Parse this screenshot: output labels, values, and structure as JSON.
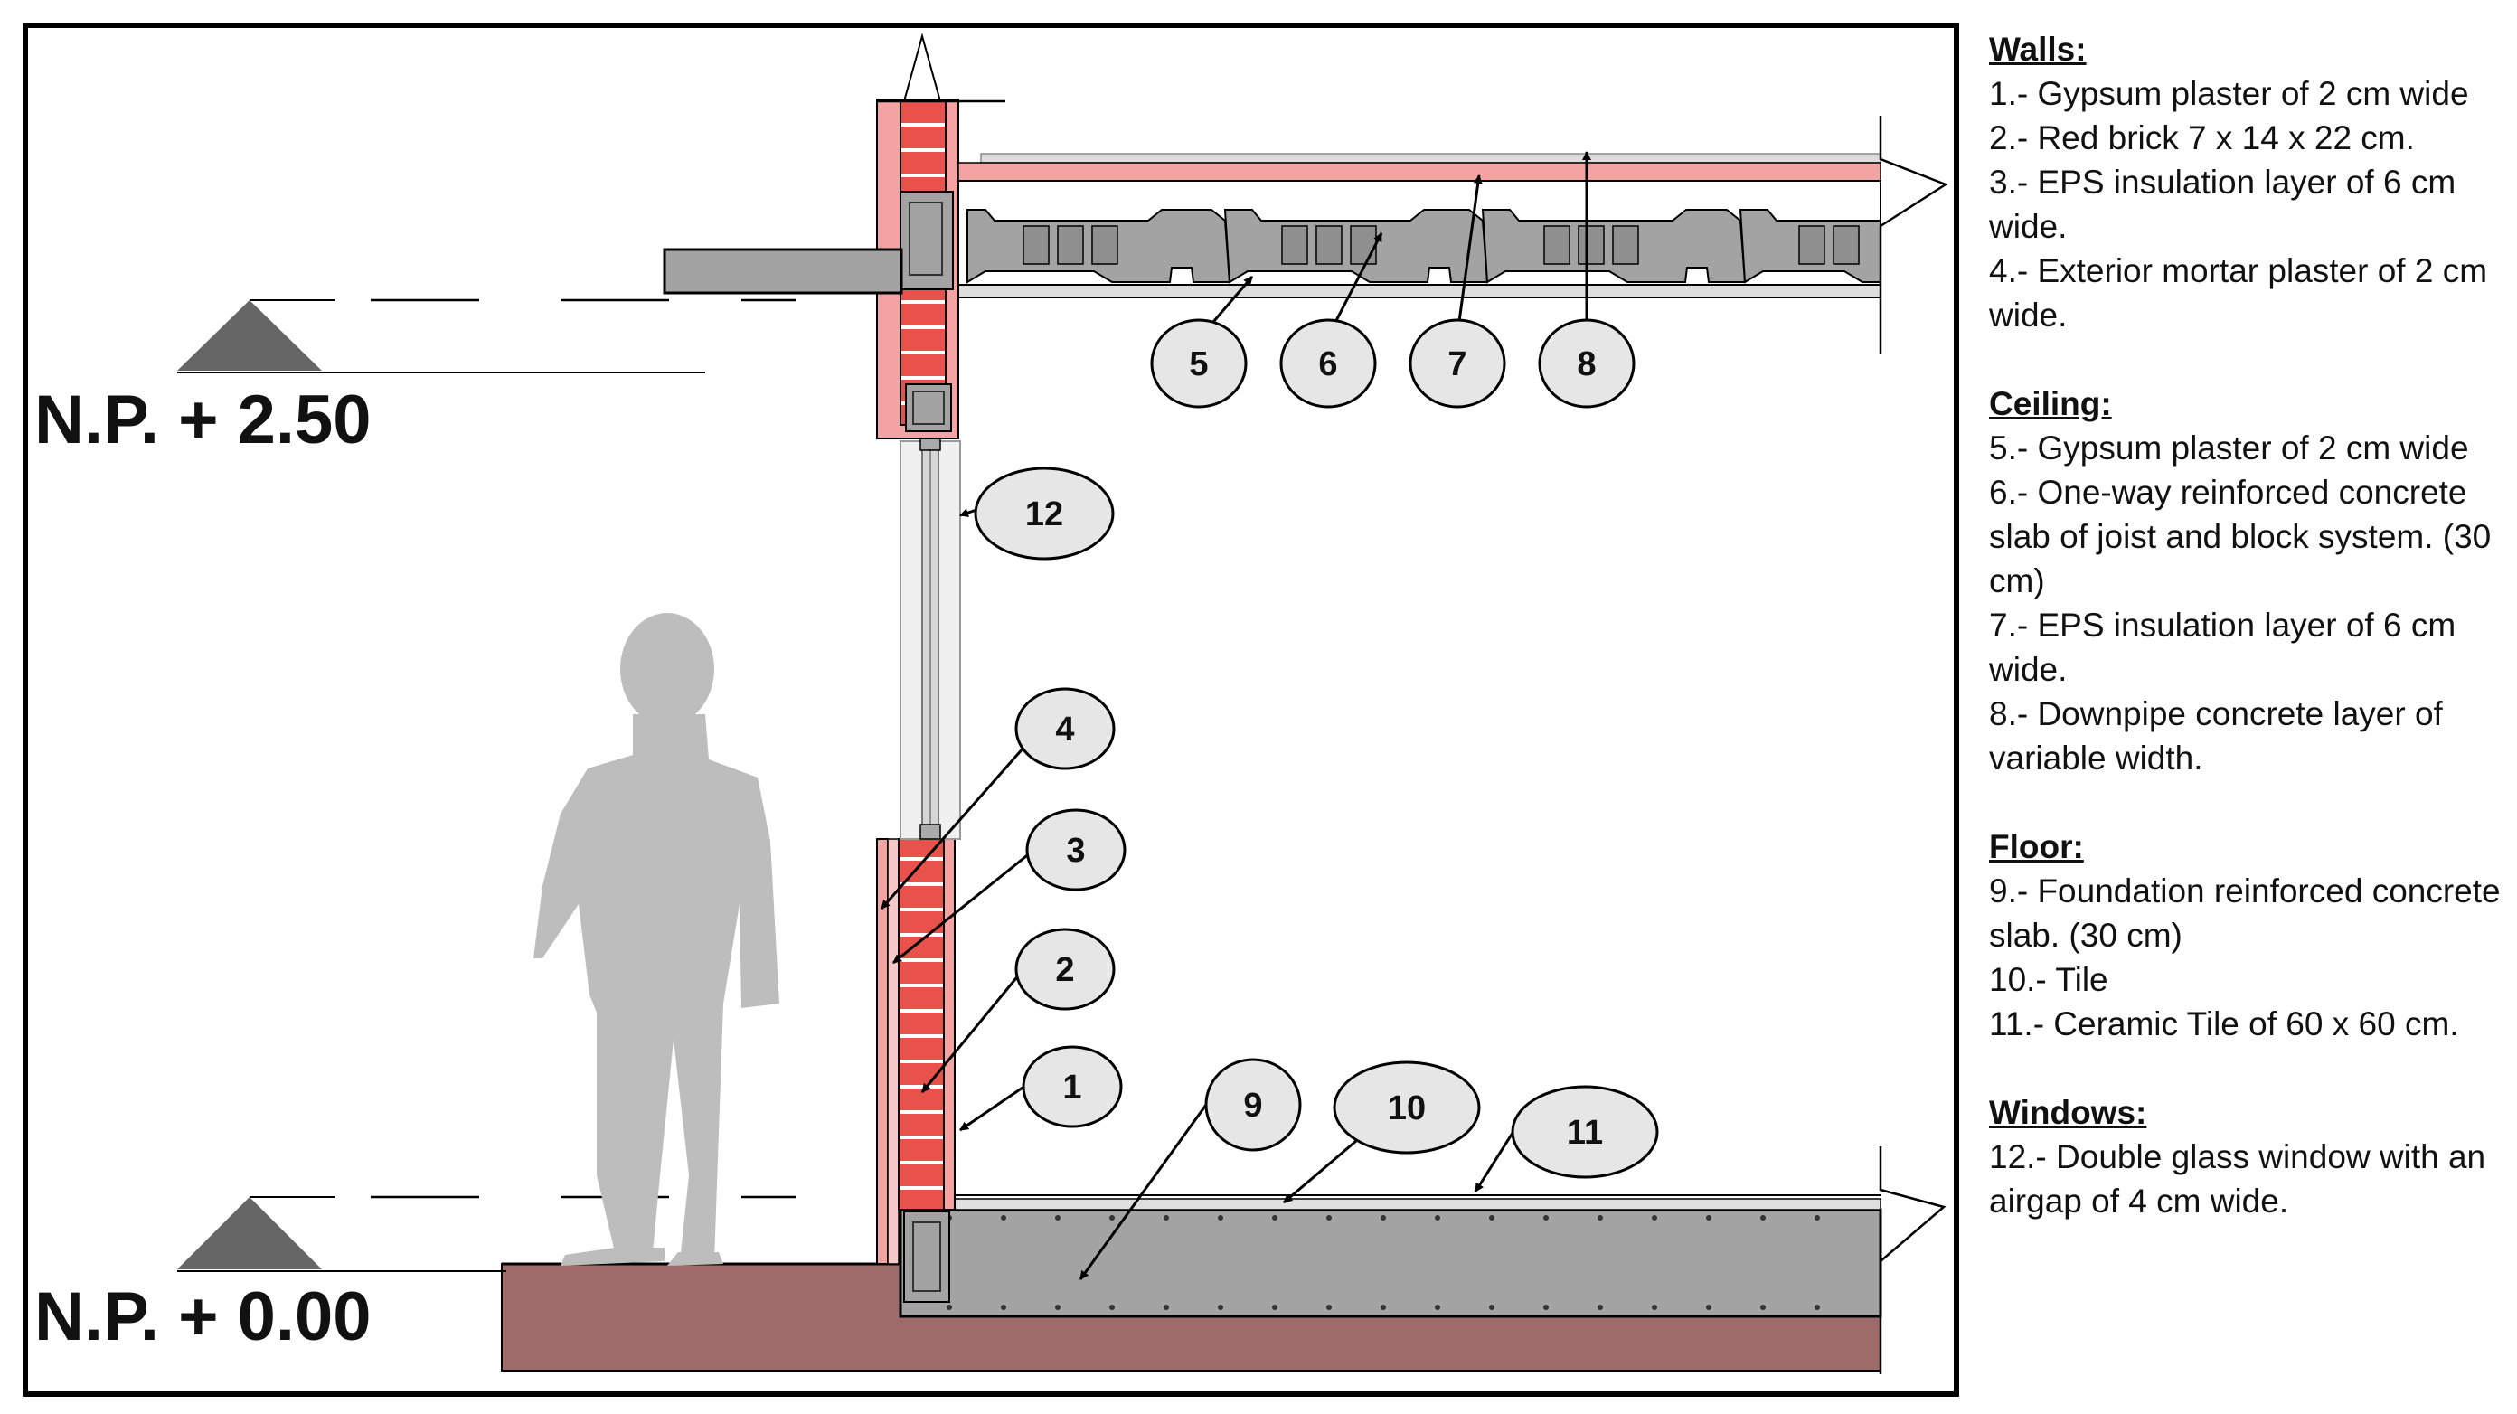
{
  "levels": {
    "upper": "N.P. + 2.50",
    "lower": "N.P. + 0.00"
  },
  "callouts": [
    "1",
    "2",
    "3",
    "4",
    "5",
    "6",
    "7",
    "8",
    "9",
    "10",
    "11",
    "12"
  ],
  "legend": {
    "walls": {
      "heading": "Walls:",
      "items": [
        "1.- Gypsum plaster of 2 cm wide",
        "2.- Red brick 7 x 14 x 22 cm.",
        "3.- EPS insulation layer of  6 cm wide.",
        "4.- Exterior mortar plaster of 2 cm wide."
      ]
    },
    "ceiling": {
      "heading": "Ceiling:",
      "items": [
        "5.- Gypsum plaster of 2 cm wide",
        "6.- One-way reinforced concrete slab of joist and block system. (30 cm)",
        "7.- EPS insulation layer of 6 cm wide.",
        "8.- Downpipe concrete layer of variable width."
      ]
    },
    "floor": {
      "heading": "Floor:",
      "items": [
        "9.- Foundation reinforced concrete slab. (30 cm)",
        "10.- Tile",
        "11.- Ceramic Tile of 60 x 60 cm."
      ]
    },
    "windows": {
      "heading": "Windows:",
      "items": [
        "12.- Double glass window with an airgap of 4 cm wide."
      ]
    }
  },
  "colors": {
    "brick": "#e8524a",
    "plaster": "#f4a3a3",
    "concrete": "#a3a3a3",
    "ground": "#9e6b6b",
    "person": "#bdbdbd"
  }
}
